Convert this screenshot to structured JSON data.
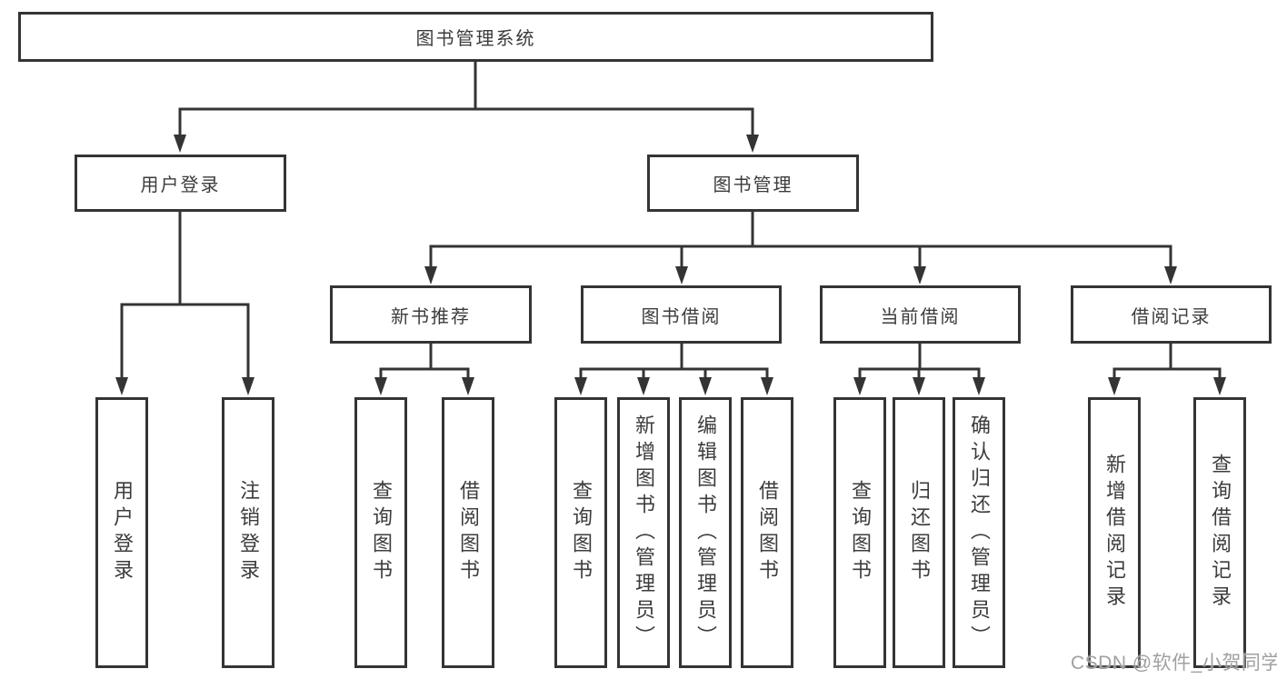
{
  "colors": {
    "line": "#343434",
    "box_border": "#343434",
    "text": "#3c3c3c",
    "background": "#ffffff",
    "watermark_text": "#a0a0a0"
  },
  "tree": {
    "label": "图书管理系统",
    "children": [
      {
        "label": "用户登录",
        "children": [
          {
            "label": "用户登录"
          },
          {
            "label": "注销登录"
          }
        ]
      },
      {
        "label": "图书管理",
        "children": [
          {
            "label": "新书推荐",
            "children": [
              {
                "label": "查询图书"
              },
              {
                "label": "借阅图书"
              }
            ]
          },
          {
            "label": "图书借阅",
            "children": [
              {
                "label": "查询图书"
              },
              {
                "label": "新增图书（管理员）"
              },
              {
                "label": "编辑图书（管理员）"
              },
              {
                "label": "借阅图书"
              }
            ]
          },
          {
            "label": "当前借阅",
            "children": [
              {
                "label": "查询图书"
              },
              {
                "label": "归还图书"
              },
              {
                "label": "确认归还（管理员）"
              }
            ]
          },
          {
            "label": "借阅记录",
            "children": [
              {
                "label": "新增借阅记录"
              },
              {
                "label": "查询借阅记录"
              }
            ]
          }
        ]
      }
    ]
  },
  "watermark": {
    "text": "CSDN @软件_小贺同学"
  }
}
